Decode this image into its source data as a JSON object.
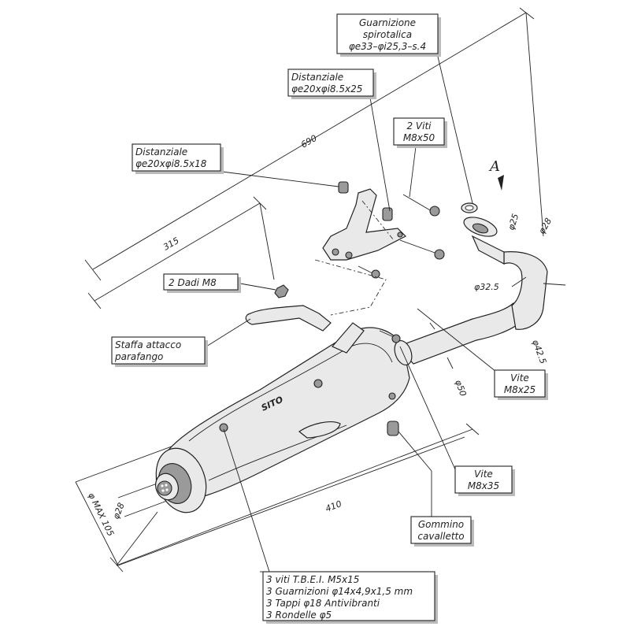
{
  "callouts": {
    "guarnizione": [
      "Guarnizione",
      "spirotalica",
      "φe33–φi25,3–s.4"
    ],
    "distanziale_top": [
      "Distanziale",
      "φe20xφi8.5x25"
    ],
    "viti_m8x50": [
      "2 Viti",
      "M8x50"
    ],
    "distanziale_left": [
      "Distanziale",
      "φe20xφi8.5x18"
    ],
    "dadi": [
      "2 Dadi M8"
    ],
    "staffa": [
      "Staffa attacco",
      "parafango"
    ],
    "vite_m8x25": [
      "Vite",
      "M8x25"
    ],
    "vite_m8x35": [
      "Vite",
      "M8x35"
    ],
    "gommino": [
      "Gommino",
      "cavalletto"
    ],
    "kit": [
      "3 viti T.B.E.I. M5x15",
      "3 Guarnizioni φ14x4,9x1,5 mm",
      "3 Tappi φ18 Antivibranti",
      "3 Rondelle φ5"
    ]
  },
  "dimensions": {
    "overall_length": "690",
    "bracket_length": "315",
    "muffler_length": "410",
    "max_diameter": "φ MAX 105",
    "outlet_diameter": "φ28",
    "body_diameter": "φ50",
    "flange_diameter": "φ25",
    "pipe_diameter_1": "φ28",
    "pipe_diameter_2": "φ32.5",
    "pipe_diameter_3": "φ42.5"
  },
  "view_marker": "A",
  "brand": "SITO"
}
